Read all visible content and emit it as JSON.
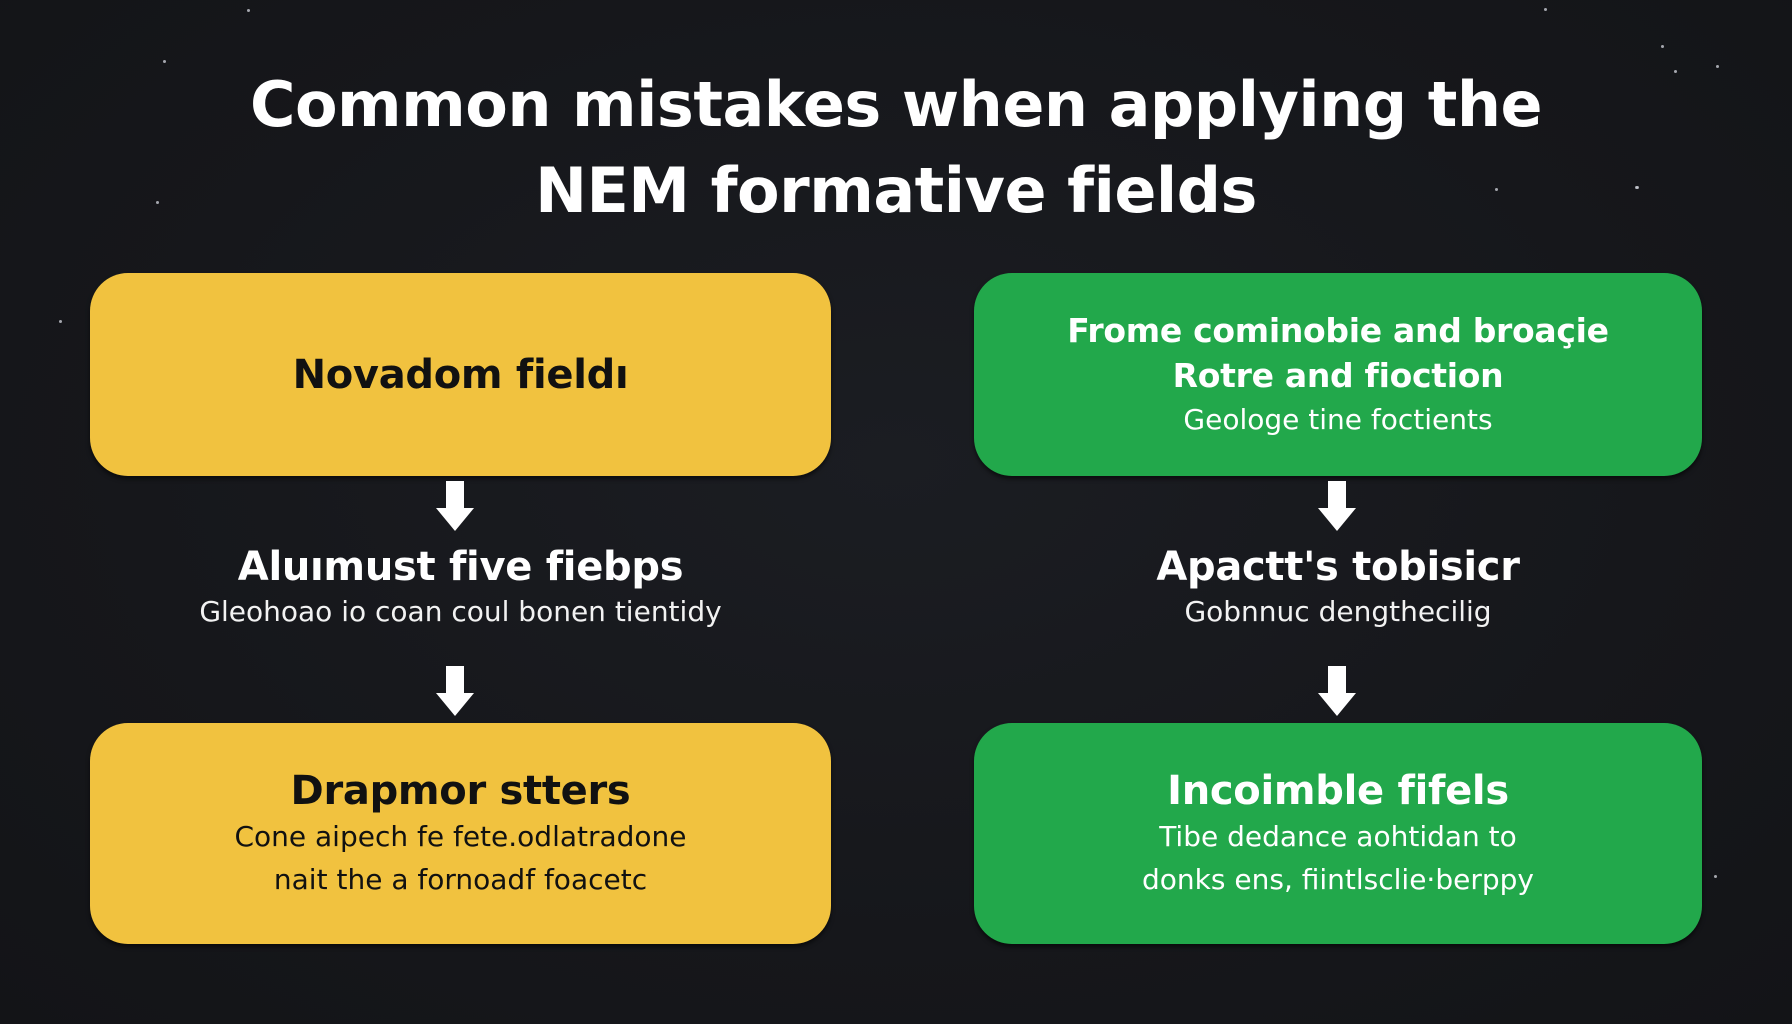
{
  "title": {
    "line1": "Common mistakes when applying the",
    "line2": "NEM formative fields"
  },
  "colors": {
    "background": "#17181c",
    "yellow": "#f1c23f",
    "green": "#22a84b",
    "text_light": "#ffffff",
    "text_dark": "#111111"
  },
  "left_column": {
    "top_card": {
      "heading": "Novadom fieldı"
    },
    "middle": {
      "heading": "Aluımust five fiebps",
      "body": "Gleohoao io coan coul bonen tientidy"
    },
    "bottom_card": {
      "heading": "Drapmor stters",
      "body_line1": "Cone aipech fe fete.odlatradone",
      "body_line2": "nait the a fornoadf foacetc"
    }
  },
  "right_column": {
    "top_card": {
      "heading_line1": "Frome cominobie and broaçie",
      "heading_line2": "Rotre and fioction",
      "body": "Geologe tine foctients"
    },
    "middle": {
      "heading": "Apactt's tobisicr",
      "body": "Gobnnuc dengthecilig"
    },
    "bottom_card": {
      "heading": "Incoimble fifels",
      "body_line1": "Tibe dedance aohtidan to",
      "body_line2": "donks ens, fiintlsclie·berppy"
    }
  },
  "icons": {
    "arrow": "arrow-down-icon",
    "star": "star-dot"
  }
}
